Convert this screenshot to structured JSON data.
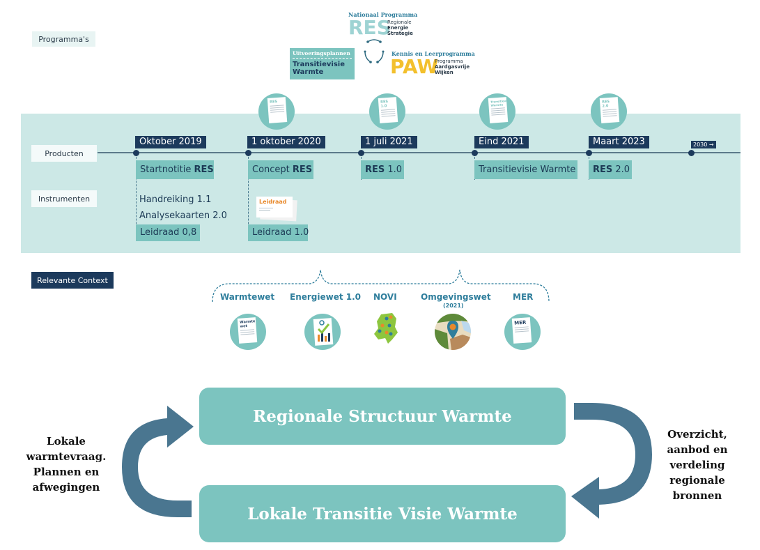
{
  "sections": {
    "programmas": "Programma's",
    "producten": "Producten",
    "instrumenten": "Instrumenten",
    "relevante_context": "Relevante Context"
  },
  "programs": {
    "res": {
      "superscript": "Nationaal Programma",
      "acronym": "RES",
      "line1": "Regionale",
      "line2": "Energie",
      "line3": "Strategie"
    },
    "uitvoering": {
      "header": "Uitvoeringsplannen",
      "line1": "Transitievisie",
      "line2": "Warmte"
    },
    "paw": {
      "superscript": "Kennis en Leerprogramma",
      "acronym": "PAW",
      "line1": "Programma",
      "line2": "Aardgasvrije",
      "line3": "Wijken"
    }
  },
  "timeline": [
    {
      "date": "Oktober 2019",
      "product_pre": "Startnotitie ",
      "product_bold": "RES",
      "product_post": "",
      "doc_title": ""
    },
    {
      "date": "1 oktober 2020",
      "product_pre": "Concept ",
      "product_bold": "RES",
      "product_post": "",
      "doc_title": "RES"
    },
    {
      "date": "1 juli 2021",
      "product_pre": "",
      "product_bold": "RES",
      "product_post": " 1.0",
      "doc_title": "RES 1.0"
    },
    {
      "date": "Eind 2021",
      "product_pre": "Transitievisie Warmte",
      "product_bold": "",
      "product_post": "",
      "doc_title": "Transitievisie Warmte"
    },
    {
      "date": "Maart 2023",
      "product_pre": "",
      "product_bold": "RES",
      "product_post": " 2.0",
      "doc_title": "RES 2.0"
    },
    {
      "date": "2030 →"
    }
  ],
  "instruments": {
    "col1": [
      "Handreiking 1.1",
      "Analysekaarten 2.0"
    ],
    "col1_highlight": "Leidraad 0,8",
    "col2_doc_title": "Leidraad",
    "col2_highlight": "Leidraad 1.0"
  },
  "context": [
    {
      "label": "Warmtewet",
      "sub": "",
      "icon": "document-icon",
      "doc_title": "Warmte wet"
    },
    {
      "label": "Energiewet 1.0",
      "sub": "",
      "icon": "chart-check-icon"
    },
    {
      "label": "NOVI",
      "sub": "",
      "icon": "netherlands-map-icon"
    },
    {
      "label": "Omgevingswet",
      "sub": "(2021)",
      "icon": "map-pin-icon"
    },
    {
      "label": "MER",
      "sub": "",
      "icon": "document-icon",
      "doc_title": "MER"
    }
  ],
  "cycle": {
    "top_box": "Regionale Structuur Warmte",
    "bottom_box": "Lokale Transitie Visie Warmte",
    "left_text": [
      "Lokale",
      "warmtevraag.",
      "Plannen en",
      "afwegingen"
    ],
    "right_text": [
      "Overzicht,",
      "aanbod en",
      "verdeling",
      "regionale",
      "bronnen"
    ]
  },
  "colors": {
    "teal": "#7cc4bf",
    "band": "#cce8e6",
    "navy": "#1c3a5c",
    "arrow": "#4a7690",
    "res_light": "#9ed3d3",
    "paw_yellow": "#f3c02d",
    "context_blue": "#2f7e9c"
  }
}
